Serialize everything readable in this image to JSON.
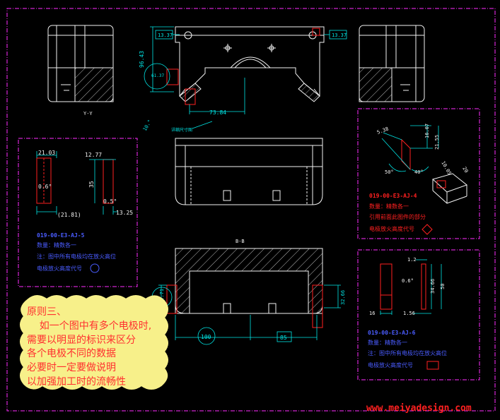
{
  "colors": {
    "background": "#000000",
    "frame": "#ff2bff",
    "outline": "#f2f2f2",
    "dimension": "#00e5e5",
    "electrode": "#ff2020",
    "hatch": "#bdbdbd",
    "note_text": "#ff3030",
    "note_fill": "#f7f08a",
    "label_yellow": "#ffff00",
    "green": "#00ff40",
    "blue": "#4a5cff",
    "watermark": "#ff2020"
  },
  "top_view": {
    "dims": {
      "d13_37_left": "13.37",
      "d13_37_right": "13.37",
      "d96_43": "96.43",
      "d61_37": "61.37",
      "d73_84": "73.84",
      "d10": "10.°"
    },
    "section_label": "Y-Y",
    "pointer_label": "详细尺寸图"
  },
  "section_bb": {
    "label": "B-B",
    "dims": {
      "d42_71": "42.71",
      "d32_66": "32.66",
      "d100": "100",
      "d85": "85"
    }
  },
  "box_left": {
    "dims": {
      "w21_03": "21.03",
      "d0_6": "0.6°",
      "w21_81": "(21.81)",
      "w12_77": "12.77",
      "h35": "35",
      "d0_5": "0.5°",
      "w13_25": "13.25"
    },
    "info": {
      "line1": "019-00-E3-AJ-5",
      "line2": "数量：精数各一",
      "line3": "注：图中所有电极均在放火高位",
      "line4": "电极放火高度代号"
    }
  },
  "box_right_top": {
    "dims": {
      "d5_38": "5.38",
      "d16_07": "16.07",
      "d21_55": "21.55",
      "d10_05": "10.05",
      "d50": "50°",
      "d40": "40°",
      "d20": "20"
    },
    "info": {
      "line1": "019-00-E3-AJ-4",
      "line2": "数量：精数各一",
      "line3": "引用前面此图件的部分",
      "line4": "电极放火高度代号"
    }
  },
  "box_right_bottom": {
    "dims": {
      "d1_2": "1.2",
      "d0_6": "0.6°",
      "d34_66": "34.66",
      "d50": "50",
      "d16": "16",
      "d1_56": "1.56"
    },
    "info": {
      "line1": "019-00-E3-AJ-6",
      "line2": "数量：精数各一",
      "line3": "注：图中所有电极均在放火高位",
      "line4": "电极放火高度代号"
    }
  },
  "note": {
    "lines": [
      "原则三、",
      "    如一个图中有多个电极时,",
      "需要以明显的标识来区分",
      "各个电极不同的数据",
      "必要时一定要做说明",
      "以加强加工时的流畅性"
    ]
  },
  "watermark": "www.meiyadesign.com"
}
